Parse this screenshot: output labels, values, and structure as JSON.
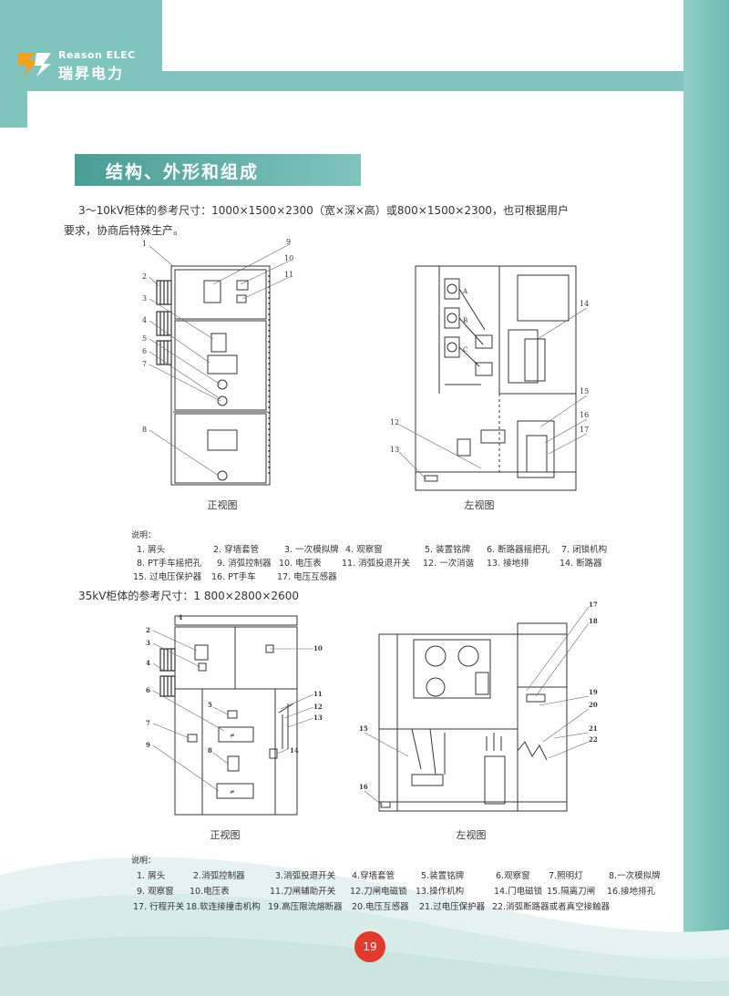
{
  "brand": {
    "name_en": "Reason ELEC",
    "name_cn": "瑞昇电力",
    "colors": {
      "teal": "#7fc4bd",
      "teal_dark": "#4a9e95",
      "accent_red": "#e23a2d",
      "logo_orange": "#f4a21b"
    }
  },
  "section": {
    "title": "结构、外形和组成"
  },
  "intro": {
    "line1": "3～10kV柜体的参考尺寸：1000×1500×2300（宽×深×高）或800×1500×2300，也可根据用户",
    "line2": "要求，协商后特殊生产。"
  },
  "fig1": {
    "front": {
      "caption": "正视图",
      "callouts": [
        "1",
        "2",
        "3",
        "4",
        "5",
        "6",
        "7",
        "8",
        "9",
        "10",
        "11"
      ]
    },
    "side": {
      "caption": "左视图",
      "callouts": [
        "12",
        "13",
        "14",
        "15",
        "16",
        "17"
      ],
      "letters": [
        "A",
        "B",
        "C"
      ]
    },
    "legend_title": "说明：",
    "legend": [
      [
        "1. 屑头",
        "2. 穿墙套管",
        "3. 一次模拟牌",
        "4. 观察窗",
        "5. 装置铭牌",
        "6. 断路器摇把孔",
        "7. 闭锁机构"
      ],
      [
        "8. PT手车摇把孔",
        "9. 消弧控制器",
        "10. 电压表",
        "11. 消弧投退开关",
        "12. 一次消谐",
        "13. 接地排",
        "14. 断路器"
      ],
      [
        "15. 过电压保护器",
        "16. PT手车",
        "17. 电压互感器"
      ]
    ]
  },
  "dims35": {
    "text": "35kV柜体的参考尺寸：1 800×2800×2600"
  },
  "fig2": {
    "front": {
      "caption": "正视图",
      "callouts": [
        "1",
        "2",
        "3",
        "4",
        "5",
        "6",
        "7",
        "8",
        "9",
        "10",
        "11",
        "12",
        "13",
        "14"
      ]
    },
    "side": {
      "caption": "左视图",
      "callouts": [
        "15",
        "16",
        "17",
        "18",
        "19",
        "20",
        "21",
        "22"
      ]
    },
    "legend_title": "说明：",
    "legend": [
      [
        "1. 屑头",
        "2.消弧控制器",
        "3.消弧投退开关",
        "4.穿墙套管",
        "5.装置铭牌",
        "6.观察窗",
        "7.照明灯",
        "8.一次模拟牌"
      ],
      [
        "9. 观察窗",
        "10.电压表",
        "11.刀闸辅助开关",
        "12.刀闸电磁锁",
        "13.操作机构",
        "14.门电磁锁",
        "15.隔离刀闸",
        "16.接地排孔"
      ],
      [
        "17. 行程开关",
        "18.软连接撞击机构",
        "19.高压限流熔断器",
        "20.电压互感器",
        "21.过电压保护器",
        "22.消弧断路器或者真空接触器"
      ]
    ]
  },
  "page": {
    "number": "19"
  }
}
